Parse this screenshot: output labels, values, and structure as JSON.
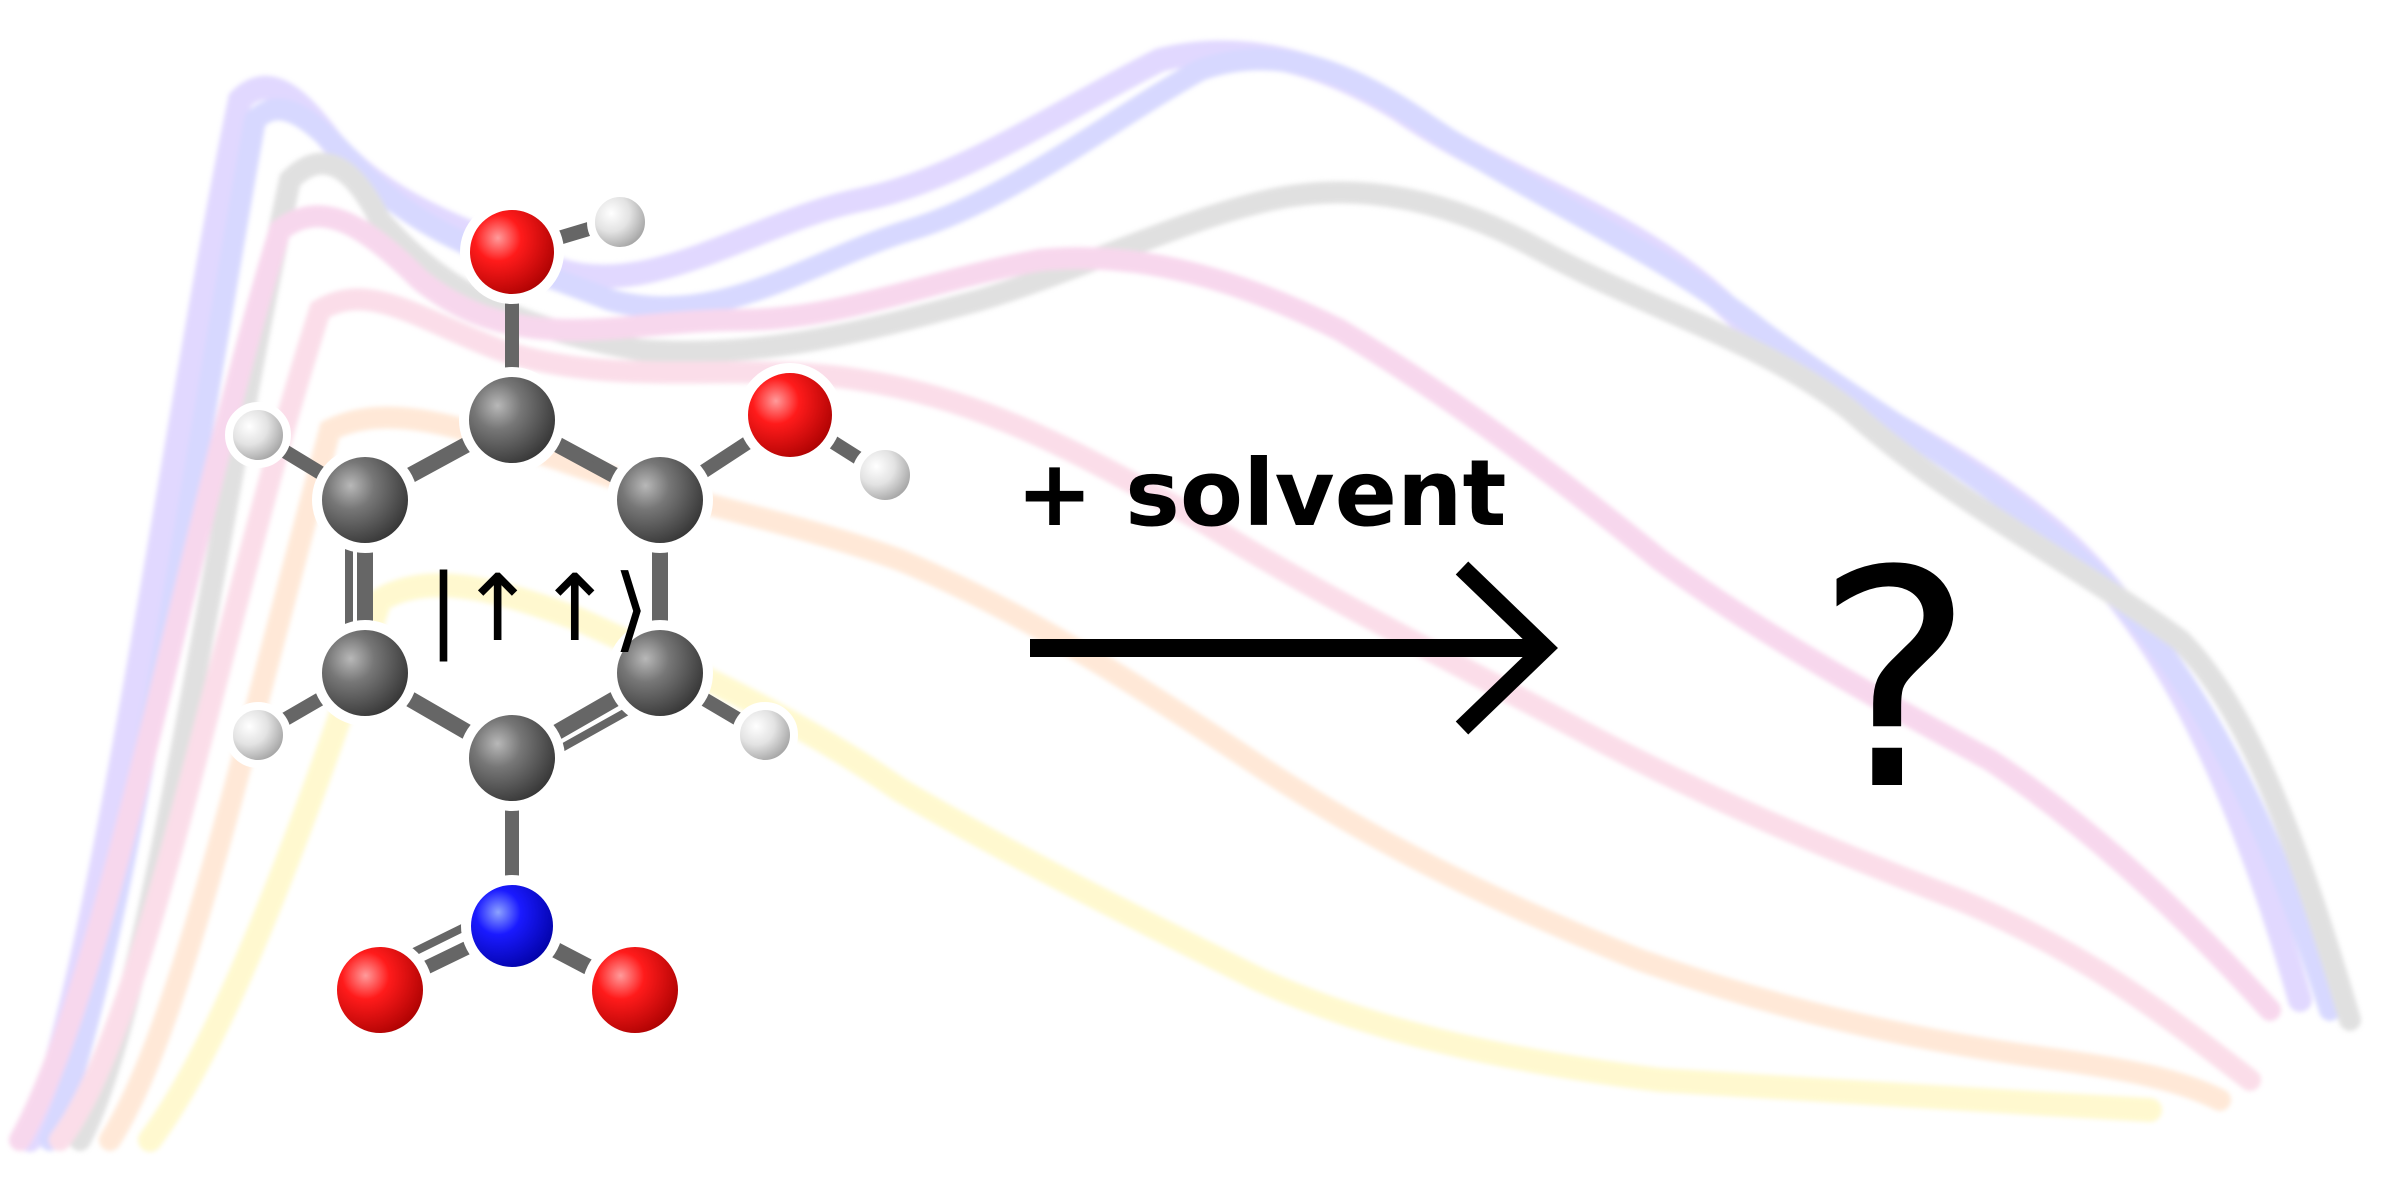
{
  "figure": {
    "ket_label": "|↑↑⟩",
    "arrow_label": "+ solvent",
    "question_mark": "?"
  },
  "molecule": {
    "atoms": [
      {
        "name": "atom-oxygen-hydroxyl-top",
        "element": "O"
      },
      {
        "name": "atom-hydrogen-hydroxyl-top",
        "element": "H"
      },
      {
        "name": "atom-oxygen-hydroxyl-right",
        "element": "O"
      },
      {
        "name": "atom-hydrogen-hydroxyl-right",
        "element": "H"
      },
      {
        "name": "atom-carbon-1",
        "element": "C"
      },
      {
        "name": "atom-carbon-2",
        "element": "C"
      },
      {
        "name": "atom-carbon-3",
        "element": "C"
      },
      {
        "name": "atom-carbon-4",
        "element": "C"
      },
      {
        "name": "atom-carbon-5",
        "element": "C"
      },
      {
        "name": "atom-carbon-6",
        "element": "C"
      },
      {
        "name": "atom-hydrogen-ring-1",
        "element": "H"
      },
      {
        "name": "atom-hydrogen-ring-2",
        "element": "H"
      },
      {
        "name": "atom-hydrogen-ring-3",
        "element": "H"
      },
      {
        "name": "atom-nitrogen-nitro",
        "element": "N"
      },
      {
        "name": "atom-oxygen-nitro-left",
        "element": "O"
      },
      {
        "name": "atom-oxygen-nitro-right",
        "element": "O"
      }
    ]
  },
  "colors": {
    "carbon": "#5f5f5f",
    "oxygen": "#ff0000",
    "nitrogen": "#0000ff",
    "hydrogen": "#d6d6d6",
    "bond": "#666666",
    "text": "#000000",
    "spectra": [
      "#c9b9ff",
      "#b7b9ff",
      "#c8c8c8",
      "#f2b7df",
      "#f8c3d8",
      "#ffd7b8",
      "#fff4a8"
    ]
  }
}
